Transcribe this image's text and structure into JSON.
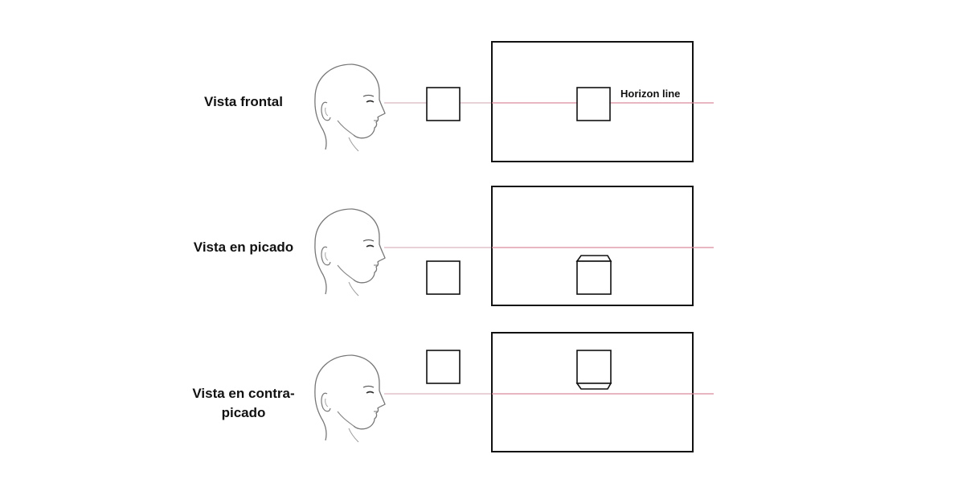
{
  "rows": [
    {
      "label": "Vista frontal"
    },
    {
      "label": "Vista en picado"
    },
    {
      "label_lines": [
        "Vista en contra-",
        "picado"
      ]
    }
  ],
  "horizon_label": "Horizon line",
  "colors": {
    "horizon": "#d98a9b",
    "sight": "#d9b8c0",
    "stroke": "#111111",
    "sketch": "#777777"
  },
  "icons": {
    "head": "human-head-profile-icon",
    "cube": "cube-icon"
  }
}
